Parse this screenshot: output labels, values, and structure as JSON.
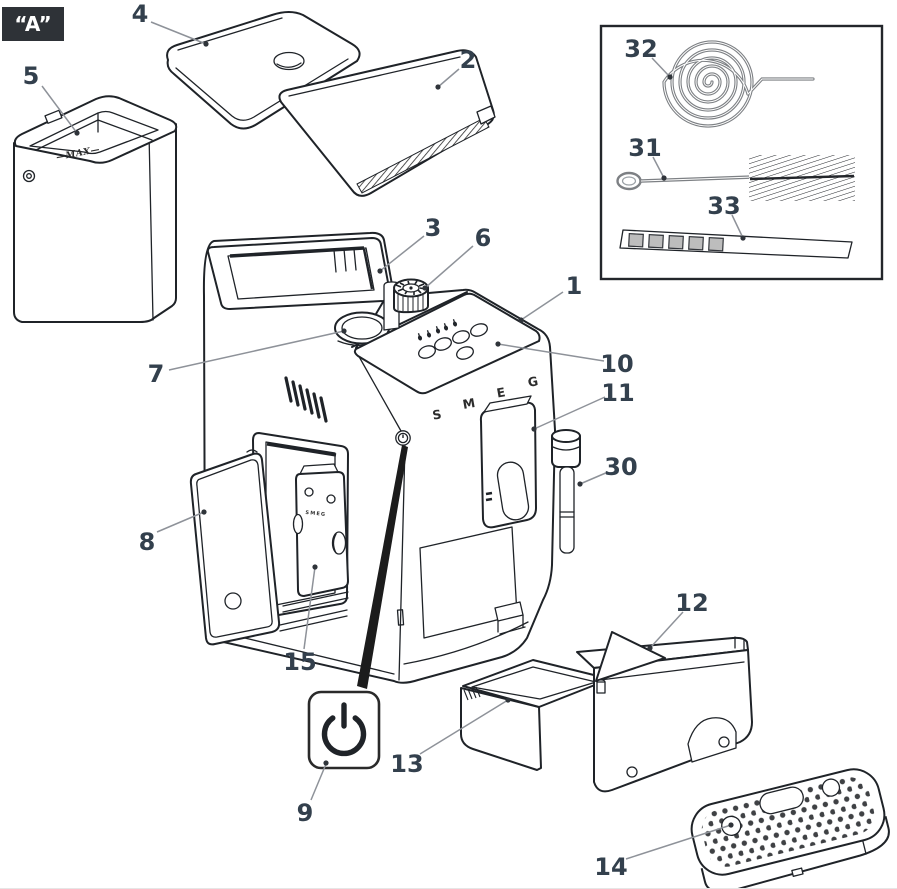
{
  "figure": {
    "label": "“A”"
  },
  "colors": {
    "ink": "#1f2328",
    "label_ink": "#33404d",
    "leader_gray": "#8e9299",
    "metal_gray": "#7d8084",
    "strip_swatch": "#bdbdbd",
    "badge_bg": "#2e3237",
    "badge_text": "#ffffff"
  },
  "machine": {
    "brand": {
      "l1": "S",
      "l2": "M",
      "l3": "E",
      "l4": "G"
    },
    "brew_unit_text": "SMEG",
    "tank_max": "—MAX—"
  },
  "labels": {
    "n1": "1",
    "n2": "2",
    "n3": "3",
    "n4": "4",
    "n5": "5",
    "n6": "6",
    "n7": "7",
    "n8": "8",
    "n9": "9",
    "n10": "10",
    "n11": "11",
    "n12": "12",
    "n13": "13",
    "n14": "14",
    "n15": "15",
    "n30": "30",
    "n31": "31",
    "n32": "32",
    "n33": "33"
  }
}
